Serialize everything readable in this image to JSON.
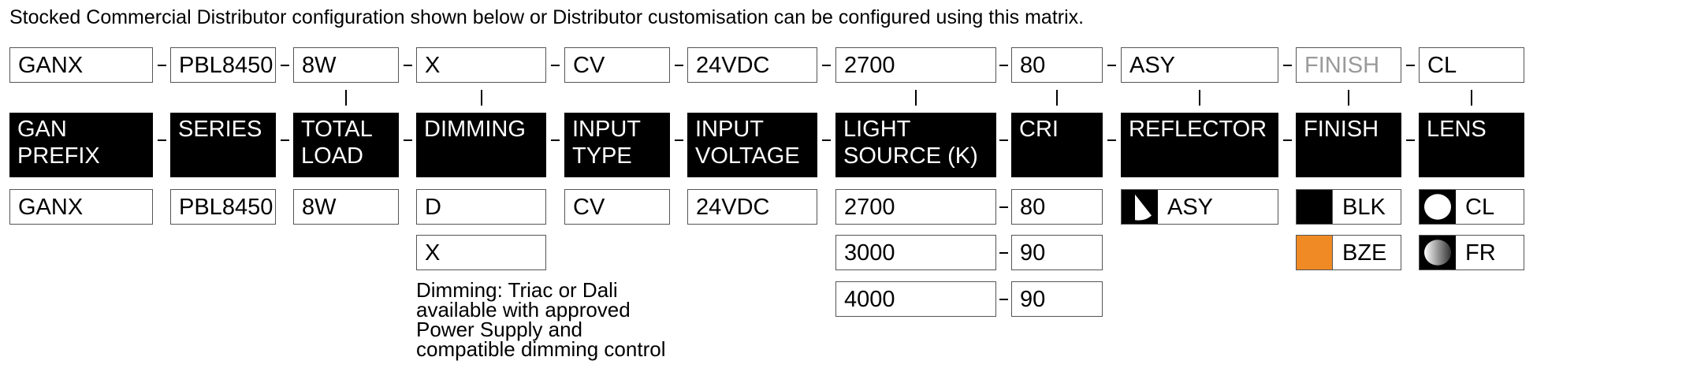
{
  "intro": "Stocked Commercial Distributor configuration shown below or Distributor customisation can be configured using this matrix.",
  "code_row": [
    "GANX",
    "PBL8450",
    "8W",
    "X",
    "CV",
    "24VDC",
    "2700",
    "80",
    "ASY",
    "FINISH",
    "CL"
  ],
  "headers": [
    [
      "GAN",
      "PREFIX"
    ],
    [
      "SERIES"
    ],
    [
      "TOTAL",
      "LOAD"
    ],
    [
      "DIMMING"
    ],
    [
      "INPUT",
      "TYPE"
    ],
    [
      "INPUT",
      "VOLTAGE"
    ],
    [
      "LIGHT",
      "SOURCE (K)"
    ],
    [
      "CRI"
    ],
    [
      "REFLECTOR"
    ],
    [
      "FINISH"
    ],
    [
      "LENS"
    ]
  ],
  "options": {
    "gan_prefix": [
      "GANX"
    ],
    "series": [
      "PBL8450"
    ],
    "total_load": [
      "8W"
    ],
    "dimming": [
      "D",
      "X"
    ],
    "input_type": [
      "CV"
    ],
    "input_voltage": [
      "24VDC"
    ],
    "light_source": [
      "2700",
      "3000",
      "4000"
    ],
    "cri": [
      "80",
      "90",
      "90"
    ],
    "reflector": [
      {
        "label": "ASY",
        "icon": "asymmetric-reflector-icon"
      }
    ],
    "finish": [
      {
        "label": "BLK",
        "color": "#000000"
      },
      {
        "label": "BZE",
        "color": "#F08A24"
      }
    ],
    "lens": [
      {
        "label": "CL",
        "icon": "clear-lens-icon"
      },
      {
        "label": "FR",
        "icon": "frosted-lens-icon"
      }
    ]
  },
  "dimming_note": [
    "Dimming: Triac or Dali",
    "available with approved",
    "Power Supply and",
    "compatible dimming control"
  ]
}
